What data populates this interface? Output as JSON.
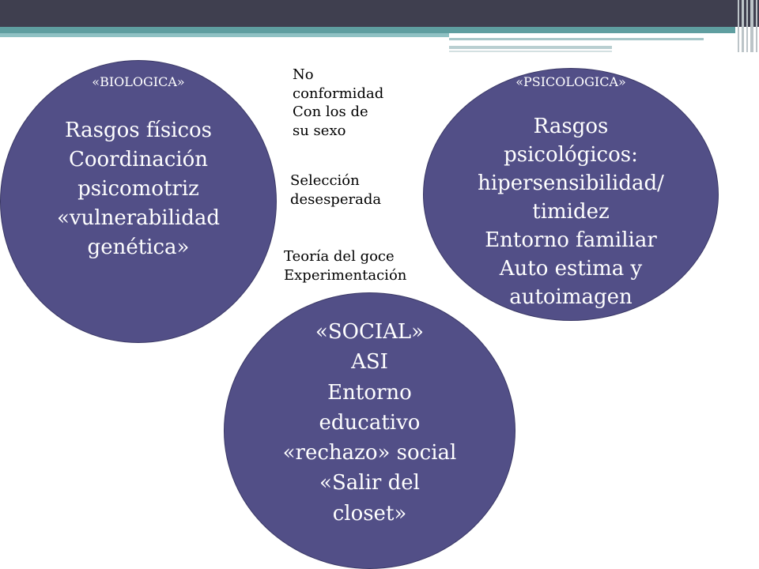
{
  "notes": {
    "no_conformidad": [
      "No",
      "conformidad",
      "Con los de",
      "su sexo"
    ],
    "seleccion": [
      "Selección",
      "desesperada"
    ],
    "teoria": [
      "Teoría del goce",
      "Experimentación"
    ]
  },
  "biologica": {
    "title": "«BIOLOGICA»",
    "lines": [
      "Rasgos físicos",
      "Coordinación",
      "psicomotriz",
      "«vulnerabilidad",
      "genética»"
    ]
  },
  "psicologica": {
    "title": "«PSICOLOGICA»",
    "lines": [
      "Rasgos",
      "psicológicos:",
      "hipersensibilidad/",
      "timidez",
      "Entorno familiar",
      "Auto estima y",
      "autoimagen"
    ]
  },
  "social": {
    "lines": [
      "«SOCIAL»",
      "ASI",
      "Entorno",
      "educativo",
      "«rechazo» social",
      "«Salir del",
      "closet»"
    ]
  },
  "colors": {
    "circle_fill": "#524f87",
    "top_bar": "#3f3f4f",
    "accent": "#5f9ea0"
  }
}
